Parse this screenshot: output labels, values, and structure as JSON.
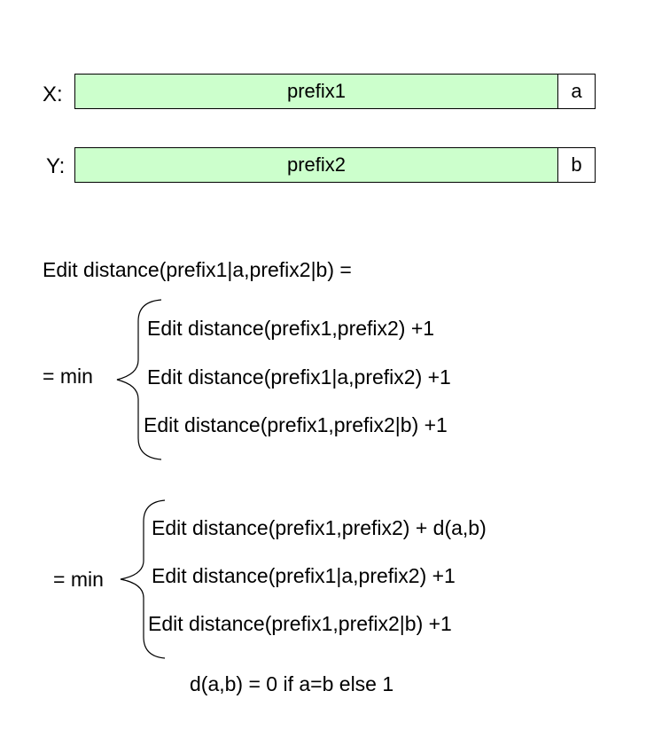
{
  "colors": {
    "prefix_fill": "#ccffcc",
    "last_fill": "#ffffff",
    "stroke": "#000000"
  },
  "seq_x": {
    "label": "X:",
    "prefix": "prefix1",
    "last": "a"
  },
  "seq_y": {
    "label": "Y:",
    "prefix": "prefix2",
    "last": "b"
  },
  "heading": "Edit distance(prefix1|a,prefix2|b) =",
  "group1": {
    "lhs": "= min",
    "lines": [
      "Edit distance(prefix1,prefix2) +1",
      "Edit distance(prefix1|a,prefix2) +1",
      "Edit distance(prefix1,prefix2|b) +1"
    ]
  },
  "group2": {
    "lhs": "= min",
    "lines": [
      "Edit distance(prefix1,prefix2) + d(a,b)",
      "Edit distance(prefix1|a,prefix2) +1",
      "Edit distance(prefix1,prefix2|b) +1"
    ]
  },
  "footnote": "d(a,b) = 0 if a=b else 1"
}
